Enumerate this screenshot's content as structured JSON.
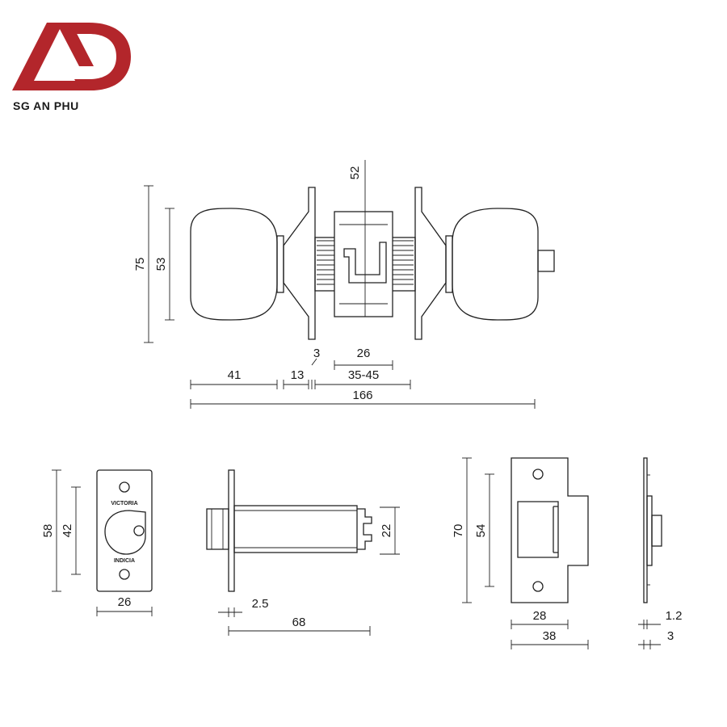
{
  "brand": {
    "name": "SG AN PHU",
    "logo_letters": "AD",
    "color": "#b3262b"
  },
  "plate_text": {
    "top": "VICTORIA",
    "bottom": "INDICIA"
  },
  "dimensions": {
    "knob_height": "75",
    "knob_inner_height": "53",
    "backset_top": "52",
    "knob_depth": "41",
    "rose_depth": "13",
    "rose_thickness": "3",
    "latch_body": "26",
    "door_thickness": "35-45",
    "overall_length": "166",
    "faceplate_height": "58",
    "faceplate_inner": "42",
    "faceplate_width": "26",
    "latch_face_thickness": "2.5",
    "latch_length": "68",
    "latch_bolt_width": "22",
    "strike_height": "70",
    "strike_inner": "54",
    "strike_width": "28",
    "strike_overall_width": "38",
    "strike_thickness": "1.2",
    "strike_depth": "3"
  }
}
